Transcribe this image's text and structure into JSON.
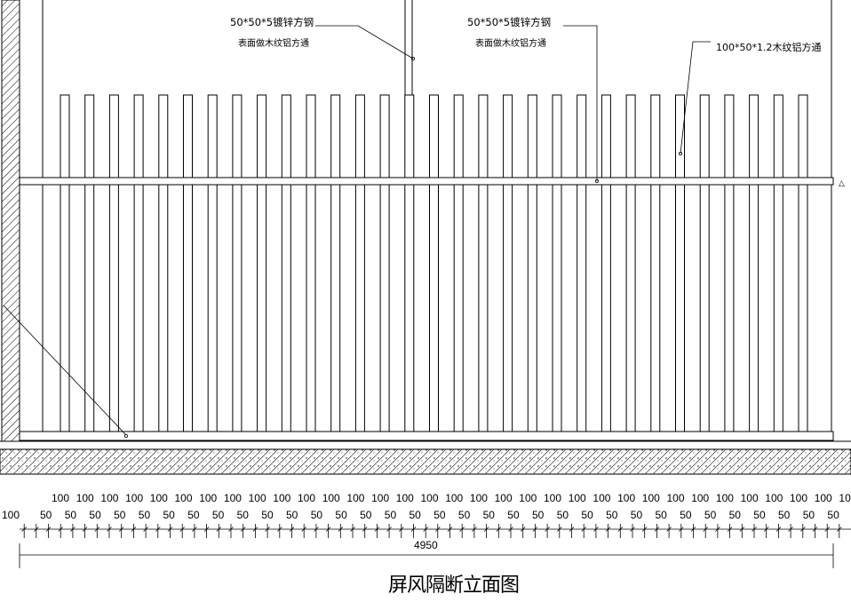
{
  "annotations": [
    {
      "line1": "50*50*5镀锌方钢",
      "line2": "表面做木纹铝方通"
    },
    {
      "line1": "50*50*5镀锌方钢",
      "line2": "表面做木纹铝方通"
    },
    {
      "line1": "100*50*1.2木纹铝方通"
    }
  ],
  "dimensions": {
    "start_offset": "100",
    "top_row_value": "100",
    "bottom_row_value": "50",
    "top_row_count": 33,
    "bottom_row_count": 34,
    "total": "4950"
  },
  "title": "屏风隔断立面图",
  "colors": {
    "line": "#000000",
    "background": "#ffffff"
  }
}
